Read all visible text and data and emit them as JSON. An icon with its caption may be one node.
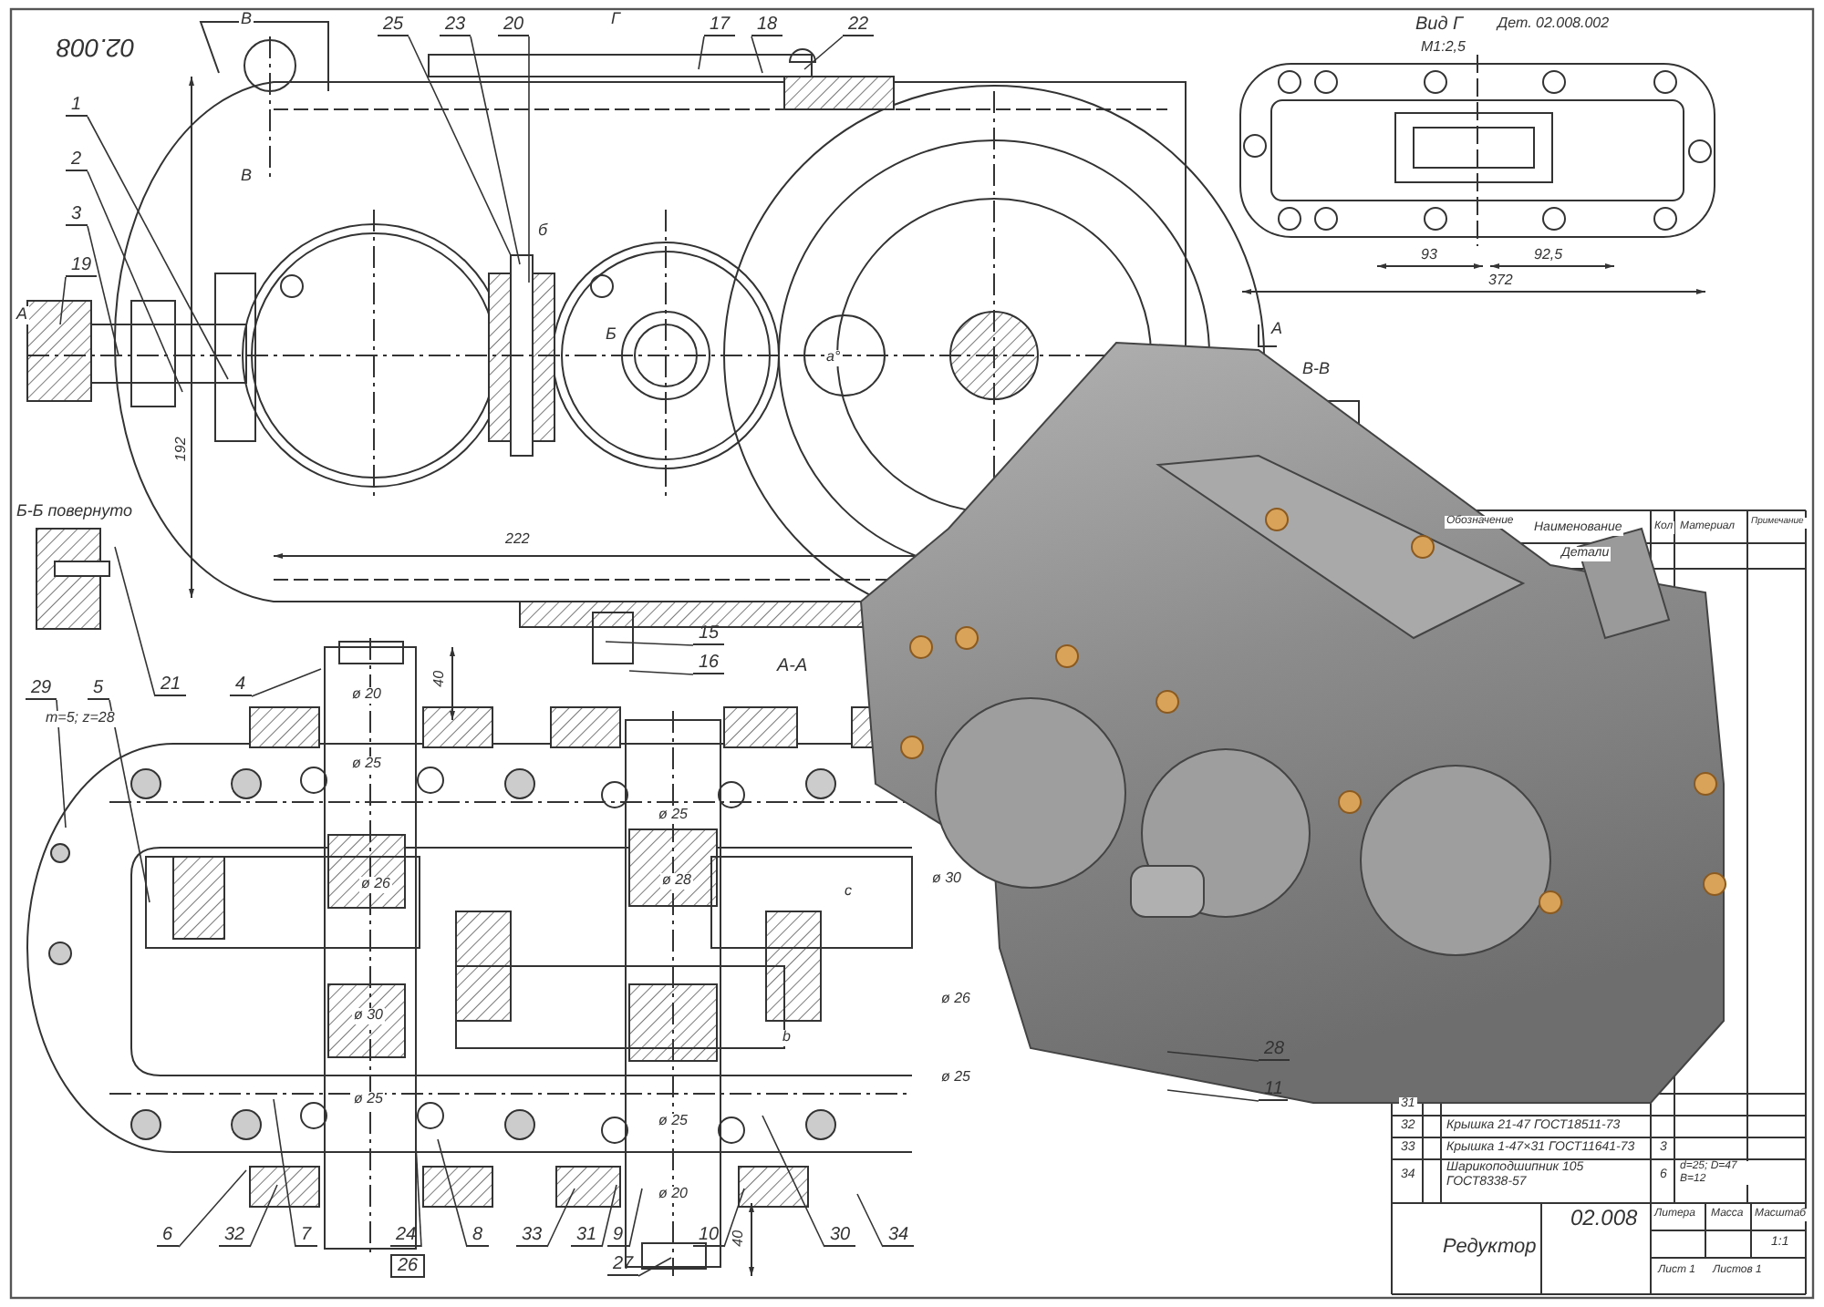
{
  "diagram": {
    "nodes": [
      {
        "text": [
          "1"
        ]
      },
      {
        "text": [
          "2"
        ]
      },
      {
        "text": [
          "3"
        ]
      },
      {
        "text": [
          "19"
        ]
      },
      {
        "text": [
          "25"
        ]
      },
      {
        "text": [
          "23"
        ]
      },
      {
        "text": [
          "20"
        ]
      },
      {
        "text": [
          "17"
        ]
      },
      {
        "text": [
          "18"
        ]
      },
      {
        "text": [
          "22"
        ]
      },
      {
        "text": [
          "15"
        ]
      },
      {
        "text": [
          "16"
        ]
      },
      {
        "text": [
          "21"
        ]
      },
      {
        "text": [
          "4"
        ]
      },
      {
        "text": [
          "29"
        ]
      },
      {
        "text": [
          "5"
        ]
      },
      {
        "text": [
          "6"
        ]
      },
      {
        "text": [
          "32"
        ]
      },
      {
        "text": [
          "7"
        ]
      },
      {
        "text": [
          "24"
        ]
      },
      {
        "text": [
          "26"
        ]
      },
      {
        "text": [
          "8"
        ]
      },
      {
        "text": [
          "33"
        ]
      },
      {
        "text": [
          "31"
        ]
      },
      {
        "text": [
          "9"
        ]
      },
      {
        "text": [
          "27"
        ]
      },
      {
        "text": [
          "10"
        ]
      },
      {
        "text": [
          "30"
        ]
      },
      {
        "text": [
          "34"
        ]
      },
      {
        "text": [
          "28"
        ]
      },
      {
        "text": [
          "11"
        ]
      }
    ],
    "edges": [
      {
        "from": 0,
        "to": null,
        "arrow": "none"
      },
      {
        "from": 1,
        "to": null,
        "arrow": "none"
      },
      {
        "from": 2,
        "to": null,
        "arrow": "none"
      },
      {
        "from": 3,
        "to": null,
        "arrow": "none"
      },
      {
        "from": 4,
        "to": null,
        "arrow": "none"
      },
      {
        "from": 5,
        "to": null,
        "arrow": "none"
      },
      {
        "from": 6,
        "to": null,
        "arrow": "none"
      },
      {
        "from": 7,
        "to": null,
        "arrow": "none"
      },
      {
        "from": 8,
        "to": null,
        "arrow": "none"
      },
      {
        "from": 9,
        "to": null,
        "arrow": "none"
      },
      {
        "from": 10,
        "to": null,
        "arrow": "none"
      },
      {
        "from": 11,
        "to": null,
        "arrow": "none"
      },
      {
        "from": 12,
        "to": null,
        "arrow": "none"
      },
      {
        "from": 13,
        "to": null,
        "arrow": "none"
      },
      {
        "from": 14,
        "to": null,
        "arrow": "none"
      },
      {
        "from": 15,
        "to": null,
        "arrow": "none"
      },
      {
        "from": 16,
        "to": null,
        "arrow": "none"
      },
      {
        "from": 17,
        "to": null,
        "arrow": "none"
      },
      {
        "from": 18,
        "to": null,
        "arrow": "none"
      },
      {
        "from": 19,
        "to": null,
        "arrow": "none"
      },
      {
        "from": 21,
        "to": null,
        "arrow": "none"
      },
      {
        "from": 22,
        "to": null,
        "arrow": "none"
      },
      {
        "from": 23,
        "to": null,
        "arrow": "none"
      },
      {
        "from": 24,
        "to": null,
        "arrow": "none"
      },
      {
        "from": 25,
        "to": null,
        "arrow": "none"
      },
      {
        "from": 26,
        "to": null,
        "arrow": "none"
      },
      {
        "from": 27,
        "to": null,
        "arrow": "none"
      },
      {
        "from": 28,
        "to": null,
        "arrow": "none"
      },
      {
        "from": 29,
        "to": null,
        "arrow": "none"
      },
      {
        "from": 30,
        "to": null,
        "arrow": "none"
      }
    ],
    "labels": [
      "02.008",
      "В",
      "В",
      "Г",
      "А",
      "б",
      "Б",
      "a°",
      "192",
      "222",
      "Б-Б повернуто",
      "А-А",
      "m=5; z=28",
      "40",
      "ø 20",
      "ø 25",
      "ø 26",
      "ø 30",
      "ø 25",
      "ø 25",
      "ø 28",
      "c",
      "b",
      "ø 25",
      "ø 20",
      "40",
      "ø 30",
      "ø 26",
      "ø 25",
      "Вид Г",
      "Дет. 02.008.002",
      "М1:2,5",
      "93",
      "92,5",
      "372",
      "А",
      "В-В",
      "Обозначение",
      "Наименование",
      "Кол",
      "Материал",
      "Примечание",
      "Детали",
      "31",
      "32",
      "Крышка 21-47 ГОСТ18511-73",
      "33",
      "Крышка 1-47×31 ГОСТ11641-73",
      "3",
      "34",
      "Шарикоподшипник 105 ГОСТ8338-57",
      "6",
      "d=25; D=47 B=12",
      "02.008",
      "Редуктор",
      "Литера",
      "Масса",
      "Масштаб",
      "1:1",
      "Лист 1",
      "Листов 1"
    ]
  }
}
